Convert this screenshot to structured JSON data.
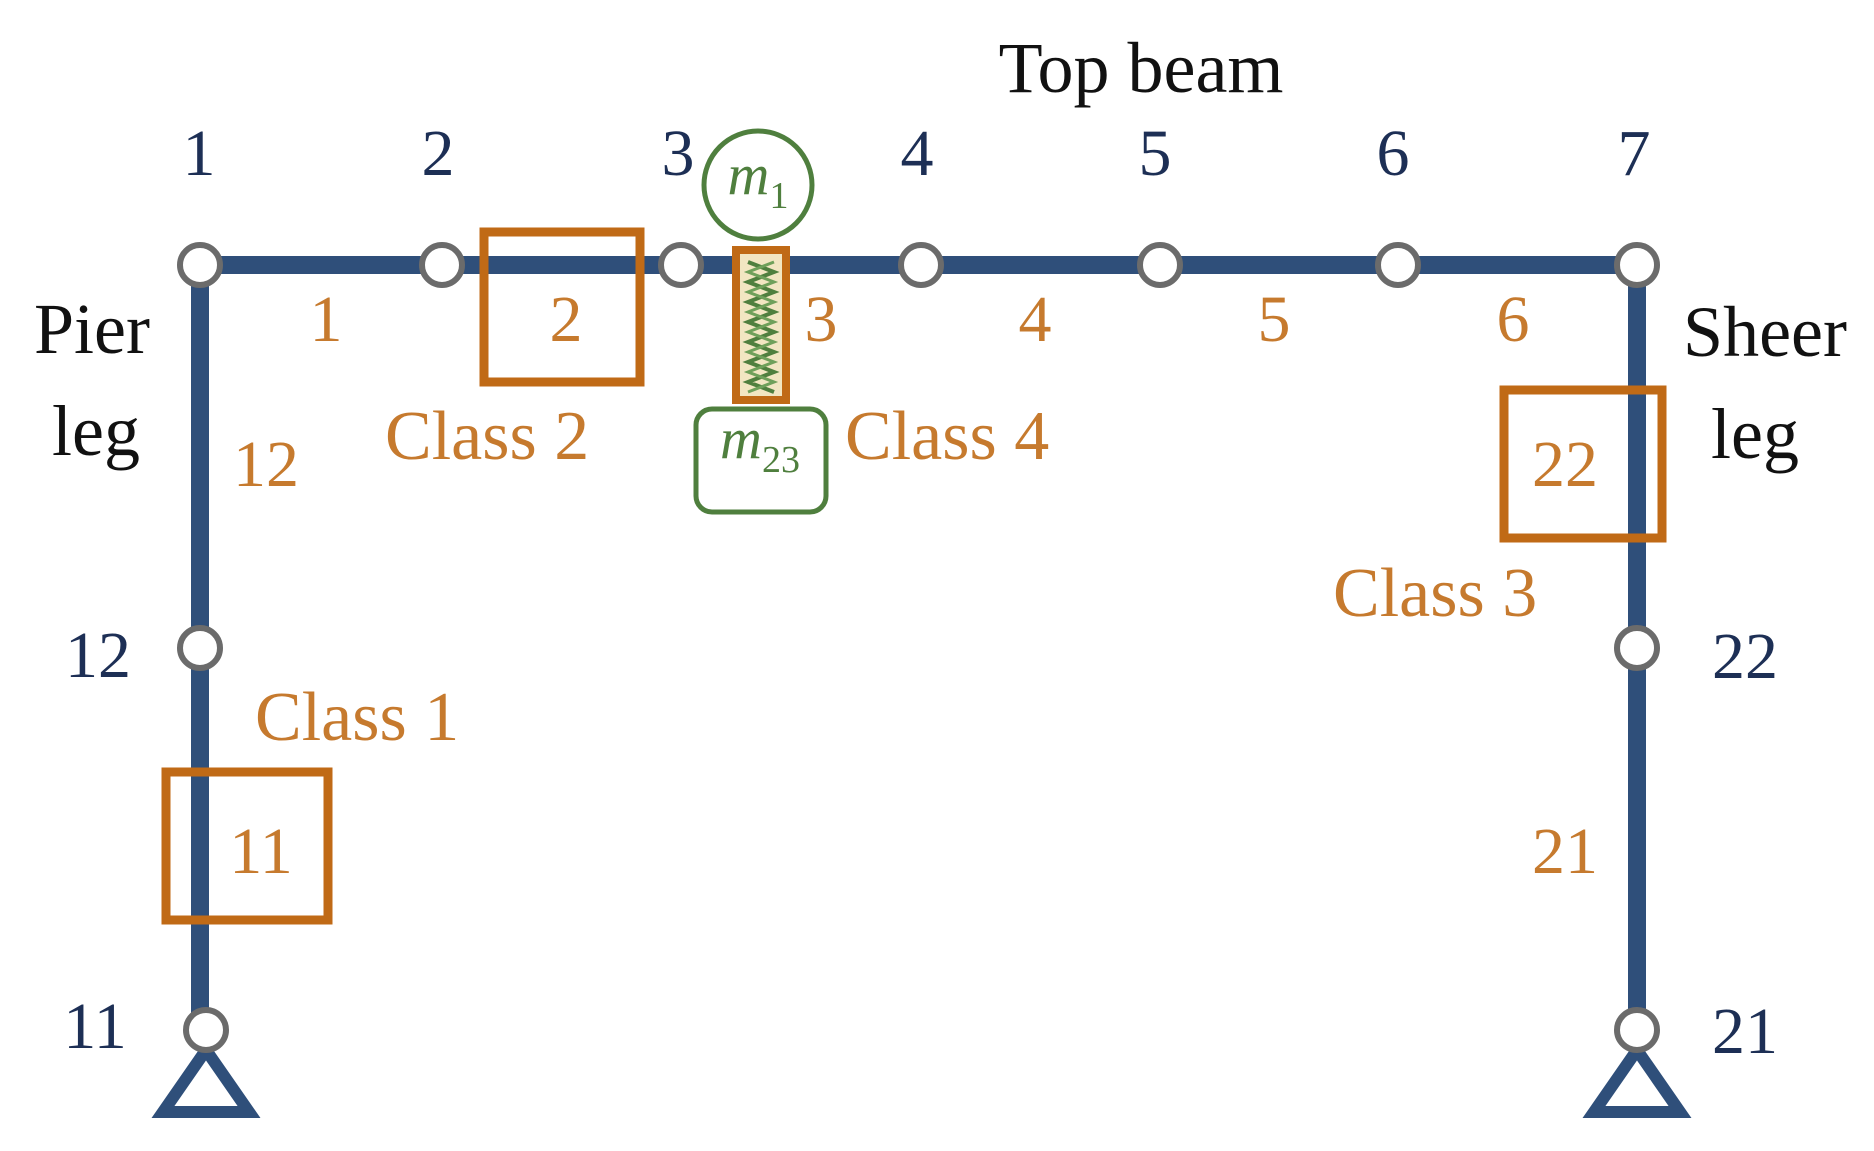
{
  "colors": {
    "frame": "#2f4f7a",
    "node_outline": "#6b6b6b",
    "node_fill": "#ffffff",
    "node_label": "#1d2f55",
    "element_label": "#c67a2e",
    "highlight_box": "#c06a16",
    "mass": "#4f7f3e",
    "spring_fill": "#f2e6c2",
    "title_text": "#111111"
  },
  "labels": {
    "top_beam": "Top beam",
    "pier_leg_line1": "Pier",
    "pier_leg_line2": "leg",
    "sheer_leg_line1": "Sheer",
    "sheer_leg_line2": "leg"
  },
  "nodes": {
    "n1": "1",
    "n2": "2",
    "n3": "3",
    "n4": "4",
    "n5": "5",
    "n6": "6",
    "n7": "7",
    "n12": "12",
    "n11": "11",
    "n22": "22",
    "n21": "21"
  },
  "elements": {
    "e1": "1",
    "e2": "2",
    "e3": "3",
    "e4": "4",
    "e5": "5",
    "e6": "6",
    "e12": "12",
    "e11": "11",
    "e22": "22",
    "e21": "21"
  },
  "classes": {
    "class1": "Class 1",
    "class2": "Class 2",
    "class3": "Class 3",
    "class4": "Class 4"
  },
  "masses": {
    "m1_base": "m",
    "m1_sub": "1",
    "m23_base": "m",
    "m23_sub": "23"
  }
}
